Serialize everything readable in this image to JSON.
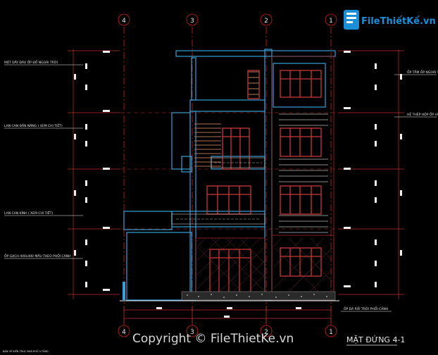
{
  "grid_labels": [
    "4",
    "3",
    "2",
    "1"
  ],
  "logo": {
    "text": "FileThiếtKế.vn"
  },
  "left_notes": [
    "MẶT DÂY ĐÀU ỐP ĐỔ NGOÀI TRỜI",
    "LAN CAN ĐẮN NĂNG ( XEM CHI TIẾT)",
    "LAN CAN KÍNH ( XEM CHI TIẾT)",
    "ỐP GẠCH 400x400 MẦU THEO PHỐI CẢNH"
  ],
  "right_notes": [
    "ỐP TẤM ỐP NGOÀI TRỜI GIẢ GỖ",
    "HỆ THÉP HỘP ỐP VẬT TƯ ( XEM CHI TIẾT)",
    "ỐP ĐÁ RỐI TRỜI PHỐI CẢNH"
  ],
  "title": "MẶT ĐỨNG 4-1",
  "watermark": "Copyright © FileThietKe.vn",
  "footer_note": "BẢN VẼ KIẾN TRÚC NHÀ PHỐ 4 TẦNG",
  "colors": {
    "background": "#000000",
    "grid_red": "#d22020",
    "dim_red": "#c03030",
    "outline_cyan": "#3aa0d8",
    "window_red": "#c83838",
    "louver_brown": "#b07050",
    "text_white": "#e8e8e8",
    "logo_blue": "#1a8fd8"
  }
}
